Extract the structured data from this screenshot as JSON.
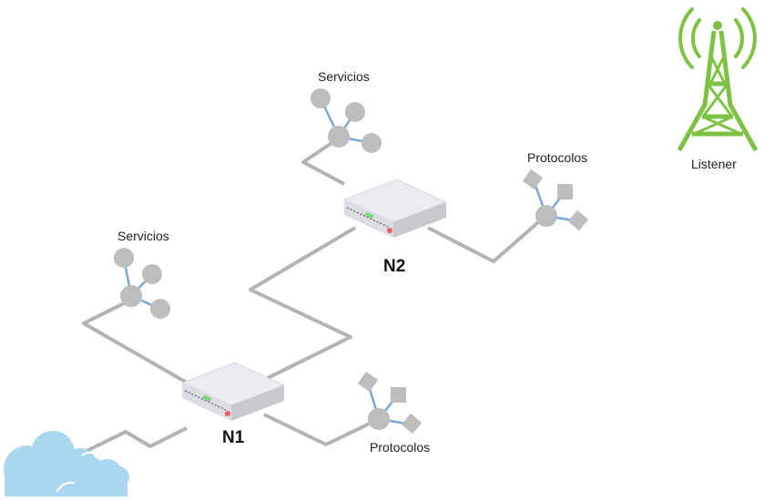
{
  "nodes": {
    "n1": {
      "label": "N1"
    },
    "n2": {
      "label": "N2"
    }
  },
  "labels": {
    "servicios_top": "Servicios",
    "servicios_left": "Servicios",
    "protocolos_right": "Protocolos",
    "protocolos_bottom": "Protocolos",
    "listener": "Listener"
  },
  "colors": {
    "link": "#b3b3b3",
    "device_top": "#eeeef2",
    "device_side": "#d4d4da",
    "molecule_gray": "#bdbdbd",
    "molecule_bond": "#7aa6d6",
    "led_green": "#7ad67a",
    "led_red": "#e86060",
    "tower_green": "#7dc242",
    "cloud_blue": "#a9d6f0"
  },
  "icons": [
    "router-icon",
    "services-icon",
    "protocols-icon",
    "tower-icon",
    "cloud-icon"
  ]
}
